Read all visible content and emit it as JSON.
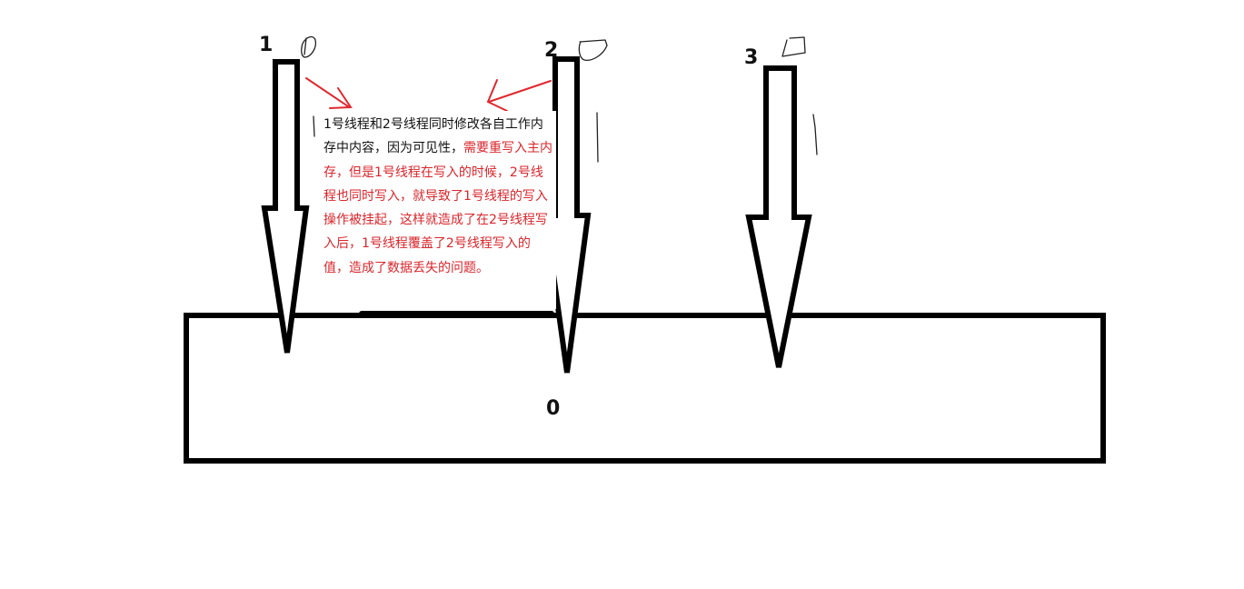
{
  "diagram": {
    "threads": [
      {
        "label": "1",
        "id": "thread-1"
      },
      {
        "label": "2",
        "id": "thread-2"
      },
      {
        "label": "3",
        "id": "thread-3"
      }
    ],
    "memory": {
      "label": "0"
    },
    "note": {
      "black_text": "1号线程和2号线程同时修改各自工作内存中内容，因为可见性，",
      "red_text": "需要重写入主内存，但是1号线程在写入的时候，2号线程也同时写入，就导致了1号线程的写入操作被挂起，这样就造成了在2号线程写入后，1号线程覆盖了2号线程写入的值，造成了数据丢失的问题。"
    },
    "colors": {
      "stroke": "#000000",
      "annotation": "#d9262c",
      "background": "#ffffff"
    }
  }
}
